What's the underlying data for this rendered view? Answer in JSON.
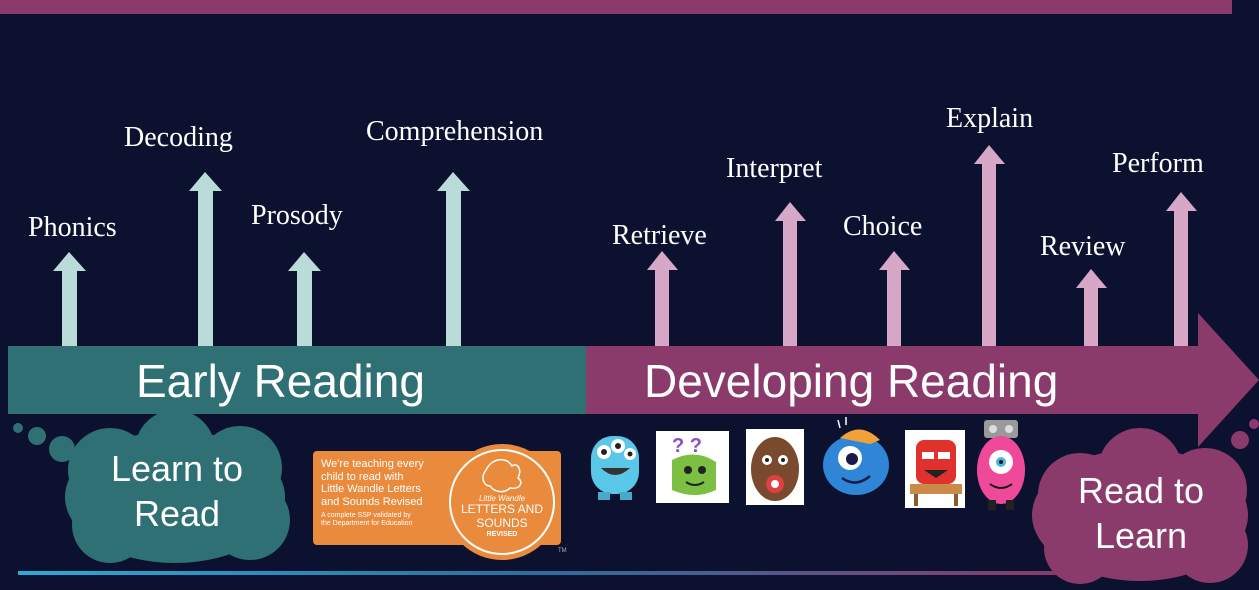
{
  "colors": {
    "background": "#0d1130",
    "top_bar": "#8b3a6c",
    "early_band": "#2e7074",
    "developing_band": "#8b3a6c",
    "early_arrow": "#b9dcd8",
    "developing_arrow": "#d6a7c7",
    "learn_cloud": "#2e7074",
    "read_cloud": "#8b3a6c",
    "badge": "#e98a3c"
  },
  "early_reading": {
    "label": "Early Reading",
    "skills": [
      {
        "label": "Phonics",
        "level": "short"
      },
      {
        "label": "Decoding",
        "level": "tall"
      },
      {
        "label": "Prosody",
        "level": "short"
      },
      {
        "label": "Comprehension",
        "level": "tall"
      }
    ]
  },
  "developing_reading": {
    "label": "Developing Reading",
    "skills": [
      {
        "label": "Retrieve",
        "level": "short"
      },
      {
        "label": "Interpret",
        "level": "medium"
      },
      {
        "label": "Choice",
        "level": "short"
      },
      {
        "label": "Explain",
        "level": "tall"
      },
      {
        "label": "Review",
        "level": "short"
      },
      {
        "label": "Perform",
        "level": "medium"
      }
    ]
  },
  "learn_cloud": {
    "line1": "Learn to",
    "line2": "Read"
  },
  "read_cloud": {
    "line1": "Read to",
    "line2": "Learn"
  },
  "badge": {
    "text_line1": "We're teaching every",
    "text_line2": "child to read with",
    "text_line3": "Little Wandle Letters",
    "text_line4": "and Sounds Revised",
    "small_line1": "A complete SSP validated by",
    "small_line2": "the Department for Education",
    "seal_script": "Little Wandle",
    "seal_line1": "LETTERS AND",
    "seal_line2": "SOUNDS",
    "seal_line3": "REVISED",
    "trademark": "TM"
  },
  "monsters": [
    {
      "icon": "blue-three-eyed-monster-icon"
    },
    {
      "icon": "green-question-monster-icon"
    },
    {
      "icon": "brown-furry-monster-icon"
    },
    {
      "icon": "blue-fluffy-monster-icon"
    },
    {
      "icon": "red-desk-monster-icon"
    },
    {
      "icon": "pink-robot-monster-icon"
    }
  ]
}
